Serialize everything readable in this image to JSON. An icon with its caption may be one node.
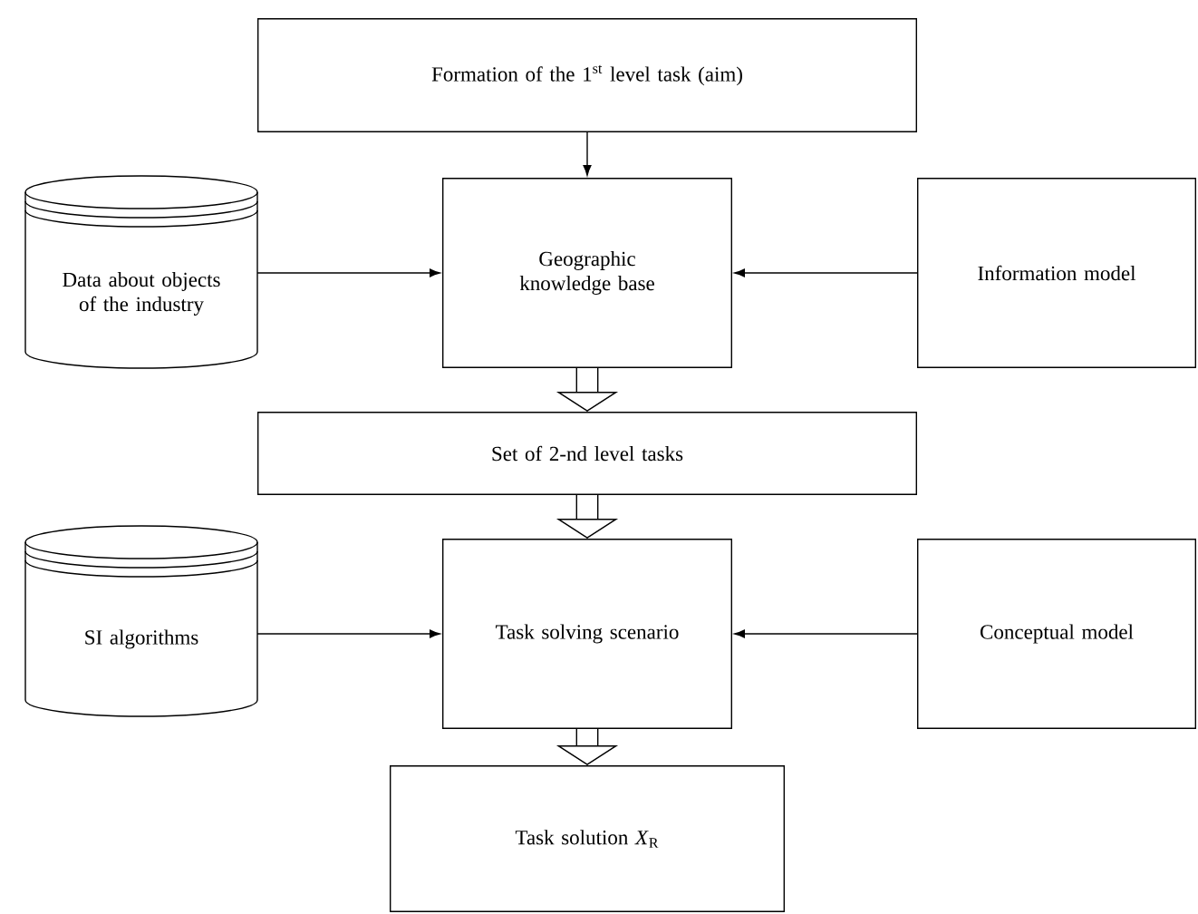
{
  "diagram": {
    "nodes": [
      {
        "text": [
          "Formation of the 1$^{st}$ level task (aim)"
        ]
      },
      {
        "text": [
          "Data about objects of the industry"
        ]
      },
      {
        "text": [
          "Geographic knowledge base"
        ]
      },
      {
        "text": [
          "Information model"
        ]
      },
      {
        "text": [
          "Set of 2-nd level tasks"
        ]
      },
      {
        "text": [
          "SI algorithms"
        ]
      },
      {
        "text": [
          "Task solving scenario"
        ]
      },
      {
        "text": [
          "Conceptual model"
        ]
      },
      {
        "text": [
          "Task solution *X*$_{R}$"
        ]
      }
    ],
    "edges": [
      {
        "from": 0,
        "to": 2,
        "arrow": "to"
      },
      {
        "from": 1,
        "to": 2,
        "arrow": "to"
      },
      {
        "from": 3,
        "to": 2,
        "arrow": "to"
      },
      {
        "from": 2,
        "to": 4,
        "arrow": "to",
        "style": "thick"
      },
      {
        "from": 4,
        "to": 6,
        "arrow": "to",
        "style": "thick"
      },
      {
        "from": 5,
        "to": 6,
        "arrow": "to"
      },
      {
        "from": 7,
        "to": 6,
        "arrow": "to"
      },
      {
        "from": 6,
        "to": 8,
        "arrow": "to",
        "style": "thick"
      }
    ]
  }
}
